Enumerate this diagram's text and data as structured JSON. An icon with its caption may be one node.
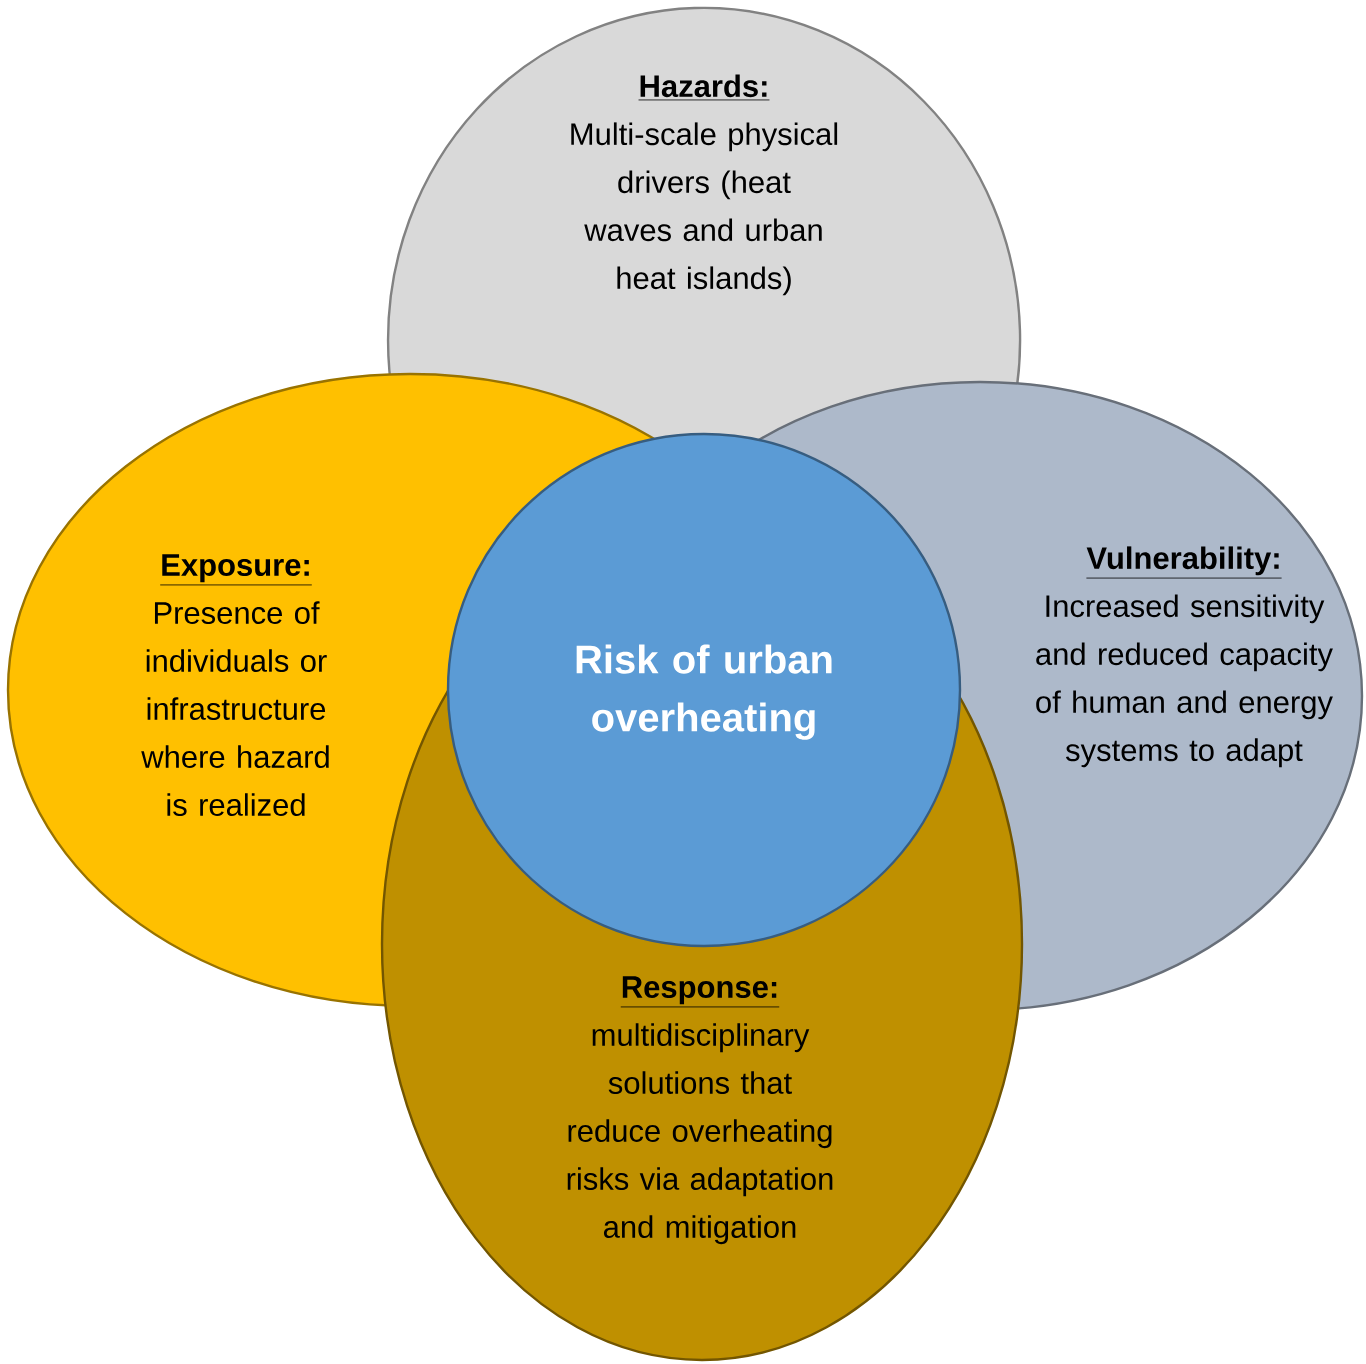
{
  "diagram": {
    "nodes": [
      {
        "text": [
          "Hazards:",
          "Multi-scale physical drivers (heat waves and urban heat islands)"
        ]
      },
      {
        "text": [
          "Exposure:",
          "Presence of individuals or infrastructure where hazard is realized"
        ]
      },
      {
        "text": [
          "Vulnerability:",
          "Increased sensitivity and reduced capacity of human and energy systems to adapt"
        ]
      },
      {
        "text": [
          "Response:",
          "multidisciplinary solutions that reduce overheating risks via adaptation and mitigation"
        ]
      },
      {
        "text": [
          "Risk of urban overheating"
        ]
      }
    ]
  }
}
